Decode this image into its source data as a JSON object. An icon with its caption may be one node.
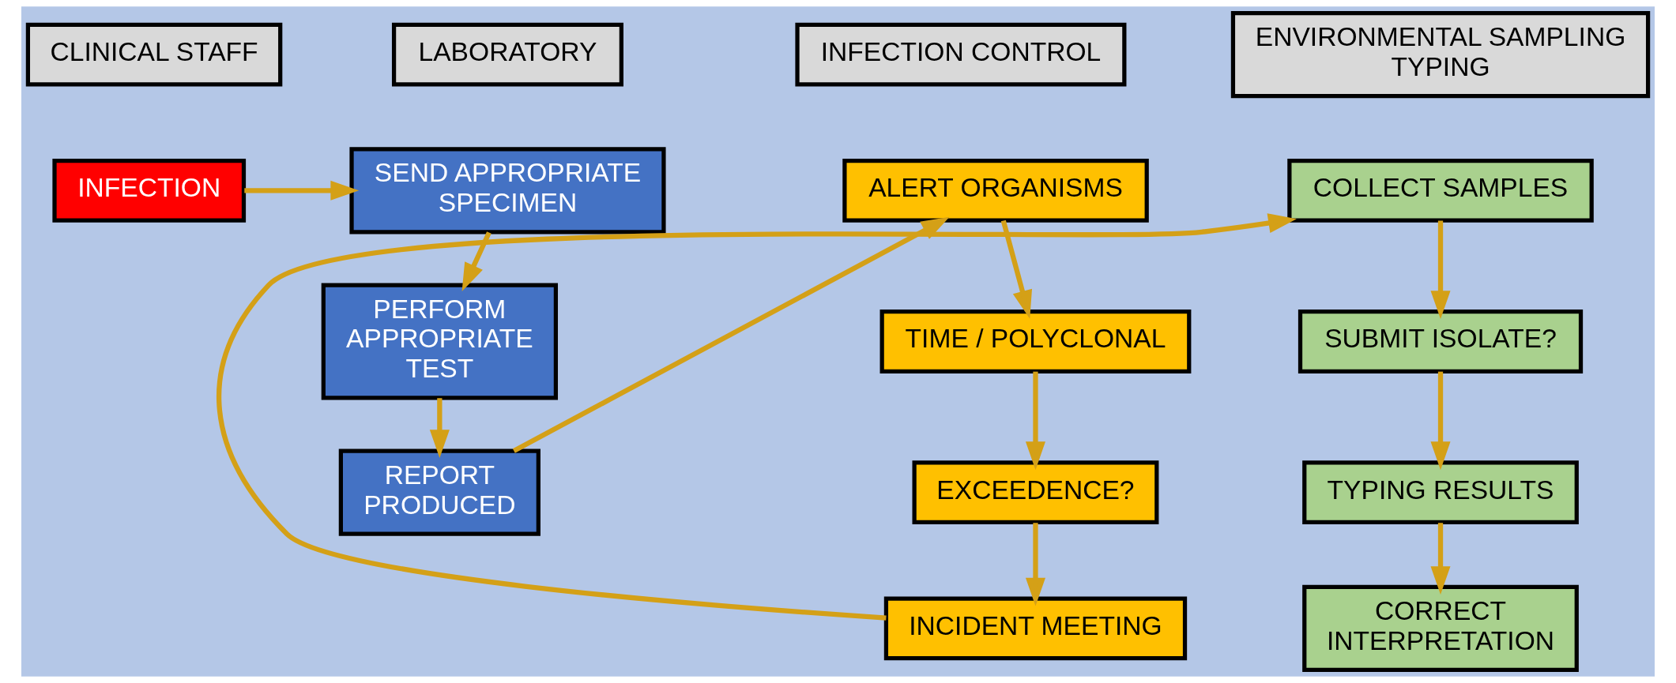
{
  "diagram": {
    "nodes": [
      {
        "text": [
          "CLINICAL STAFF"
        ]
      },
      {
        "text": [
          "LABORATORY"
        ]
      },
      {
        "text": [
          "INFECTION CONTROL"
        ]
      },
      {
        "text": [
          "ENVIRONMENTAL SAMPLING TYPING"
        ]
      },
      {
        "text": [
          "INFECTION"
        ]
      },
      {
        "text": [
          "SEND APPROPRIATE SPECIMEN"
        ]
      },
      {
        "text": [
          "PERFORM APPROPRIATE TEST"
        ]
      },
      {
        "text": [
          "REPORT PRODUCED"
        ]
      },
      {
        "text": [
          "ALERT ORGANISMS"
        ]
      },
      {
        "text": [
          "TIME / POLYCLONAL"
        ]
      },
      {
        "text": [
          "EXCEEDENCE?"
        ]
      },
      {
        "text": [
          "INCIDENT MEETING"
        ]
      },
      {
        "text": [
          "COLLECT SAMPLES"
        ]
      },
      {
        "text": [
          "SUBMIT ISOLATE?"
        ]
      },
      {
        "text": [
          "TYPING RESULTS"
        ]
      },
      {
        "text": [
          "CORRECT INTERPRETATION"
        ]
      }
    ],
    "edges": [
      {
        "from": 4,
        "to": 5,
        "arrow": "to"
      },
      {
        "from": 5,
        "to": 6,
        "arrow": "to"
      },
      {
        "from": 6,
        "to": 7,
        "arrow": "to"
      },
      {
        "from": 7,
        "to": 8,
        "arrow": "to"
      },
      {
        "from": 8,
        "to": 9,
        "arrow": "to"
      },
      {
        "from": 9,
        "to": 10,
        "arrow": "to"
      },
      {
        "from": 10,
        "to": 11,
        "arrow": "to"
      },
      {
        "from": 11,
        "to": 12,
        "arrow": "to"
      },
      {
        "from": 12,
        "to": 13,
        "arrow": "to"
      },
      {
        "from": 13,
        "to": 14,
        "arrow": "to"
      },
      {
        "from": 14,
        "to": 15,
        "arrow": "to"
      }
    ]
  }
}
